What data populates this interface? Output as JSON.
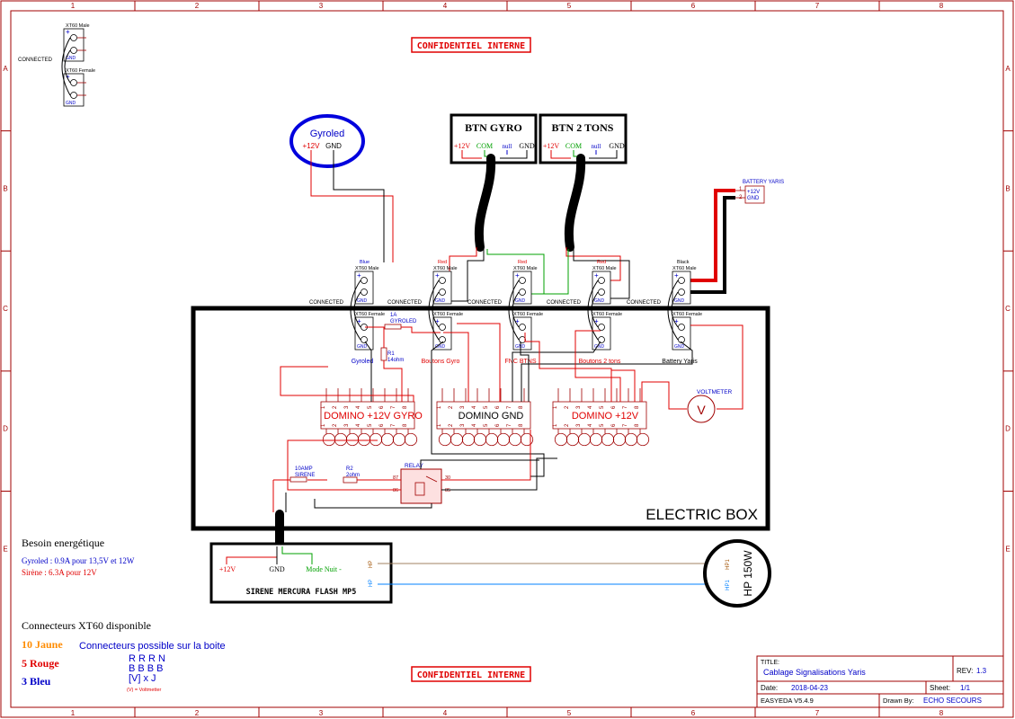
{
  "frame": {
    "cols": [
      "1",
      "2",
      "3",
      "4",
      "5",
      "6",
      "7",
      "8"
    ],
    "rows": [
      "A",
      "B",
      "C",
      "D",
      "E"
    ]
  },
  "stamp": "CONFIDENTIEL INTERNE",
  "legend": {
    "connected": "CONNECTED",
    "male": "XT60 Male",
    "female": "XT60 Female",
    "plus": "+",
    "gnd": "GND"
  },
  "gyroled": {
    "title": "Gyroled",
    "v12": "+12V",
    "gnd": "GND"
  },
  "btn_gyro": {
    "title": "BTN GYRO",
    "v12": "+12V",
    "com": "COM",
    "null": "null",
    "gnd": "GND"
  },
  "btn_2tons": {
    "title": "BTN 2 TONS",
    "v12": "+12V",
    "com": "COM",
    "null": "null",
    "gnd": "GND"
  },
  "battery": {
    "title": "BATTERY YARIS",
    "p1": "1",
    "p2": "2",
    "v12": "+12V",
    "gnd": "GND"
  },
  "connectors": [
    {
      "color": "Blue",
      "male": "XT60 Male",
      "female": "XT60 Female",
      "connected": "CONNECTED",
      "name": "Gyroled"
    },
    {
      "color": "Red",
      "male": "XT60 Male",
      "female": "XT60 Female",
      "connected": "CONNECTED",
      "name": "Boutons Gyro"
    },
    {
      "color": "Red",
      "male": "XT60 Male",
      "female": "XT60 Female",
      "connected": "CONNECTED",
      "name": "FNC BTNS"
    },
    {
      "color": "Red",
      "male": "XT60 Male",
      "female": "XT60 Female",
      "connected": "CONNECTED",
      "name": "Boutons 2 tons"
    },
    {
      "color": "Black",
      "male": "XT60 Male",
      "female": "XT60 Female",
      "connected": "CONNECTED",
      "name": "Battery Yaris"
    }
  ],
  "fuse": {
    "value": "1A",
    "name": "GYROLED"
  },
  "r1": {
    "name": "R1",
    "value": "14ohm"
  },
  "dominos": [
    {
      "label": "DOMINO +12V GYRO"
    },
    {
      "label": "DOMINO GND"
    },
    {
      "label": "DOMINO +12V"
    }
  ],
  "domino_pins": [
    "1",
    "2",
    "3",
    "4",
    "5",
    "6",
    "7",
    "8"
  ],
  "voltmeter": {
    "label": "VOLTMETER",
    "symbol": "V"
  },
  "relay": {
    "label": "RELAY",
    "p87": "87",
    "p86": "86",
    "p30": "30",
    "p85": "85"
  },
  "fuse10": {
    "value": "10AMP",
    "name": "SIRENE"
  },
  "r2": {
    "name": "R2",
    "value": "2ohm"
  },
  "electric_box": "ELECTRIC BOX",
  "sirene": {
    "title": "SIRENE MERCURA FLASH MP5",
    "v12": "+12V",
    "gnd": "GND",
    "mode": "Mode Nuit -",
    "hp1": "HP",
    "hp2": "HP"
  },
  "hp": {
    "title": "HP 150W",
    "hp1": "HP1",
    "hp2": "HP1"
  },
  "energy": {
    "title": "Besoin energétique",
    "gyroled": "Gyroled : 0.9A pour 13,5V et 12W",
    "sirene": "Sirène : 6.3A pour 12V"
  },
  "xt60": {
    "title": "Connecteurs XT60 disponible",
    "jaune": "10 Jaune",
    "rouge": "5 Rouge",
    "bleu": "3 Bleu",
    "possible": "Connecteurs possible sur la boite",
    "row1": "R R R N",
    "row2": "B B B B",
    "row3": "[V] x J",
    "note": "(V) = Voltmetter"
  },
  "titleblock": {
    "title_label": "TITLE:",
    "title": "Cablage Signalisations Yaris",
    "rev_label": "REV:",
    "rev": "1.3",
    "date_label": "Date:",
    "date": "2018-04-23",
    "sheet_label": "Sheet:",
    "sheet": "1/1",
    "tool": "EASYEDA V5.4.9",
    "drawn_label": "Drawn By:",
    "drawn": "ECHO SECOURS"
  },
  "colors": {
    "frame": "#a00000",
    "red": "#e00000",
    "blue": "#0000c8",
    "green": "#00a000",
    "black": "#000000"
  }
}
